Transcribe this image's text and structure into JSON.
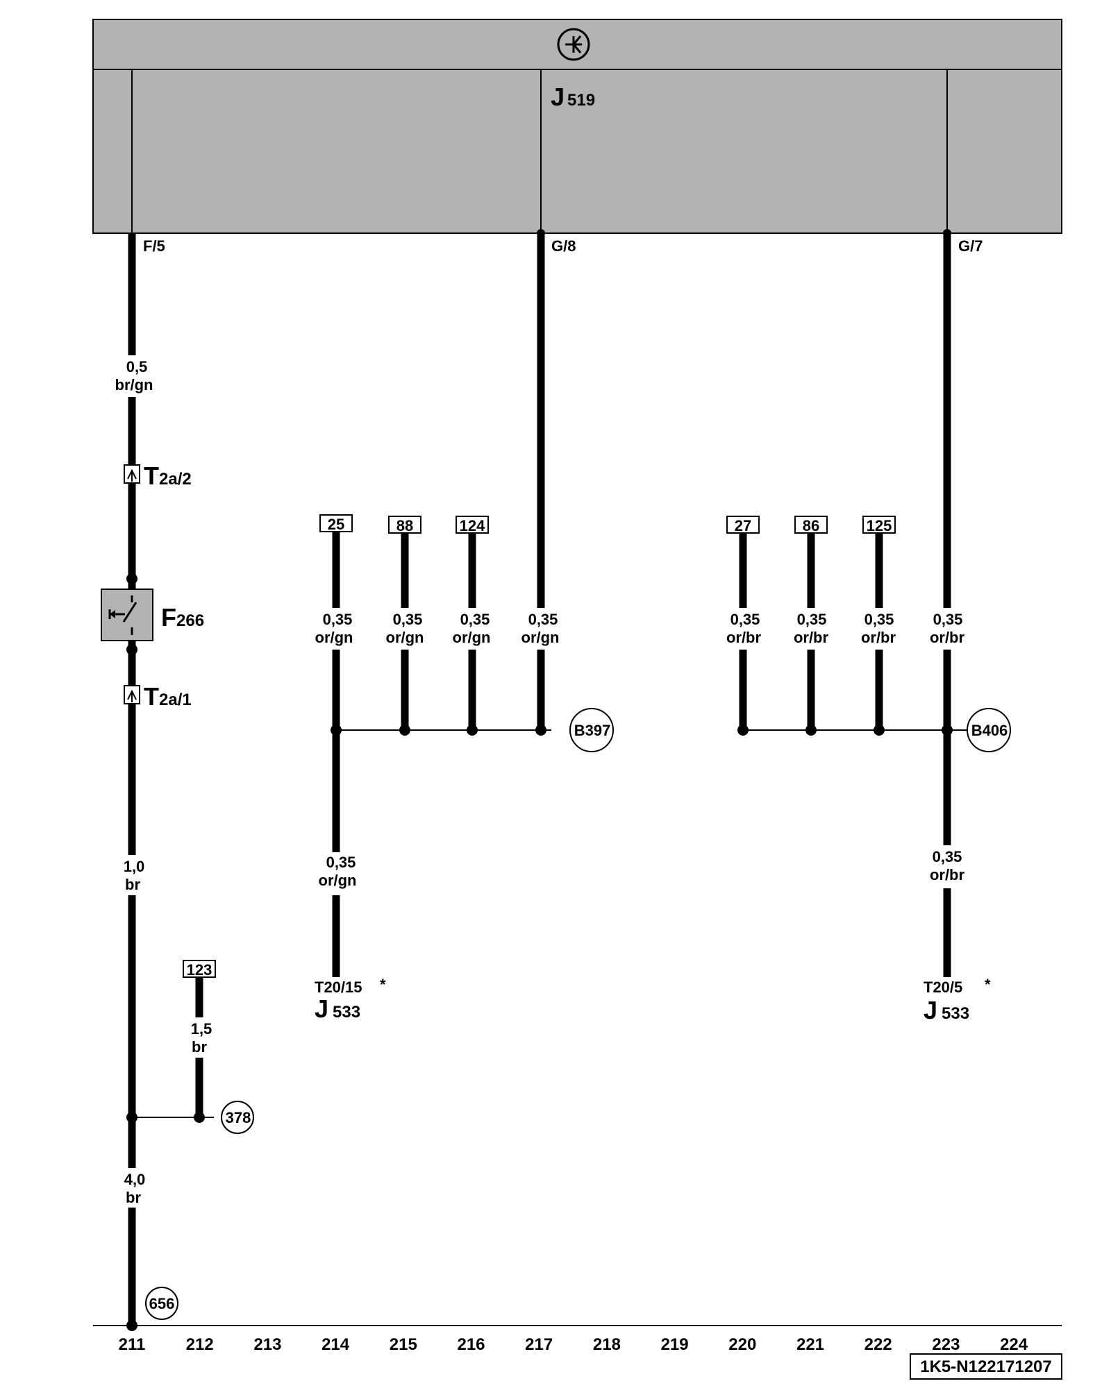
{
  "module": {
    "label_main": "J",
    "label_sub": "519",
    "pins": [
      "F/5",
      "G/8",
      "G/7"
    ]
  },
  "wires": {
    "w211_top": [
      "0,5",
      "br/gn"
    ],
    "w211_mid": [
      "1,0",
      "br"
    ],
    "w211_bot": [
      "4,0",
      "br"
    ],
    "w212": [
      "1,5",
      "br"
    ],
    "w214_top": [
      "0,35",
      "or/gn"
    ],
    "w214_bot": [
      "0,35",
      "or/gn"
    ],
    "w215": [
      "0,35",
      "or/gn"
    ],
    "w216": [
      "0,35",
      "or/gn"
    ],
    "w217": [
      "0,35",
      "or/gn"
    ],
    "w220": [
      "0,35",
      "or/br"
    ],
    "w221": [
      "0,35",
      "or/br"
    ],
    "w222": [
      "0,35",
      "or/br"
    ],
    "w223_top": [
      "0,35",
      "or/br"
    ],
    "w223_bot": [
      "0,35",
      "or/br"
    ]
  },
  "connectors": {
    "t2a2": {
      "main": "T",
      "sub": "2a/2"
    },
    "t2a1": {
      "main": "T",
      "sub": "2a/1"
    }
  },
  "switch": {
    "main": "F",
    "sub": "266"
  },
  "refboxes": [
    "25",
    "88",
    "124",
    "27",
    "86",
    "125",
    "123"
  ],
  "splices": [
    "B397",
    "B406"
  ],
  "grounds": [
    "378",
    "656"
  ],
  "ends": {
    "left": {
      "conn": "T20/15",
      "star": "*",
      "main": "J",
      "sub": "533"
    },
    "right": {
      "conn": "T20/5",
      "star": "*",
      "main": "J",
      "sub": "533"
    }
  },
  "grid_numbers": [
    "211",
    "212",
    "213",
    "214",
    "215",
    "216",
    "217",
    "218",
    "219",
    "220",
    "221",
    "222",
    "223",
    "224"
  ],
  "doc_id": "1K5-N122171207"
}
